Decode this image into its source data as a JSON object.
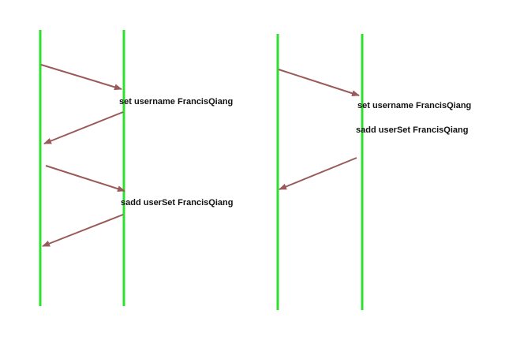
{
  "colors": {
    "lifeline": "#2ee02e",
    "message_arrow": "#9a5a5a",
    "text": "#111111",
    "background": "#ffffff"
  },
  "left_diagram": {
    "commands": [
      "set username FrancisQiang",
      "sadd userSet FrancisQiang"
    ]
  },
  "right_diagram": {
    "commands": [
      "set username FrancisQiang",
      "sadd userSet FrancisQiang"
    ]
  }
}
